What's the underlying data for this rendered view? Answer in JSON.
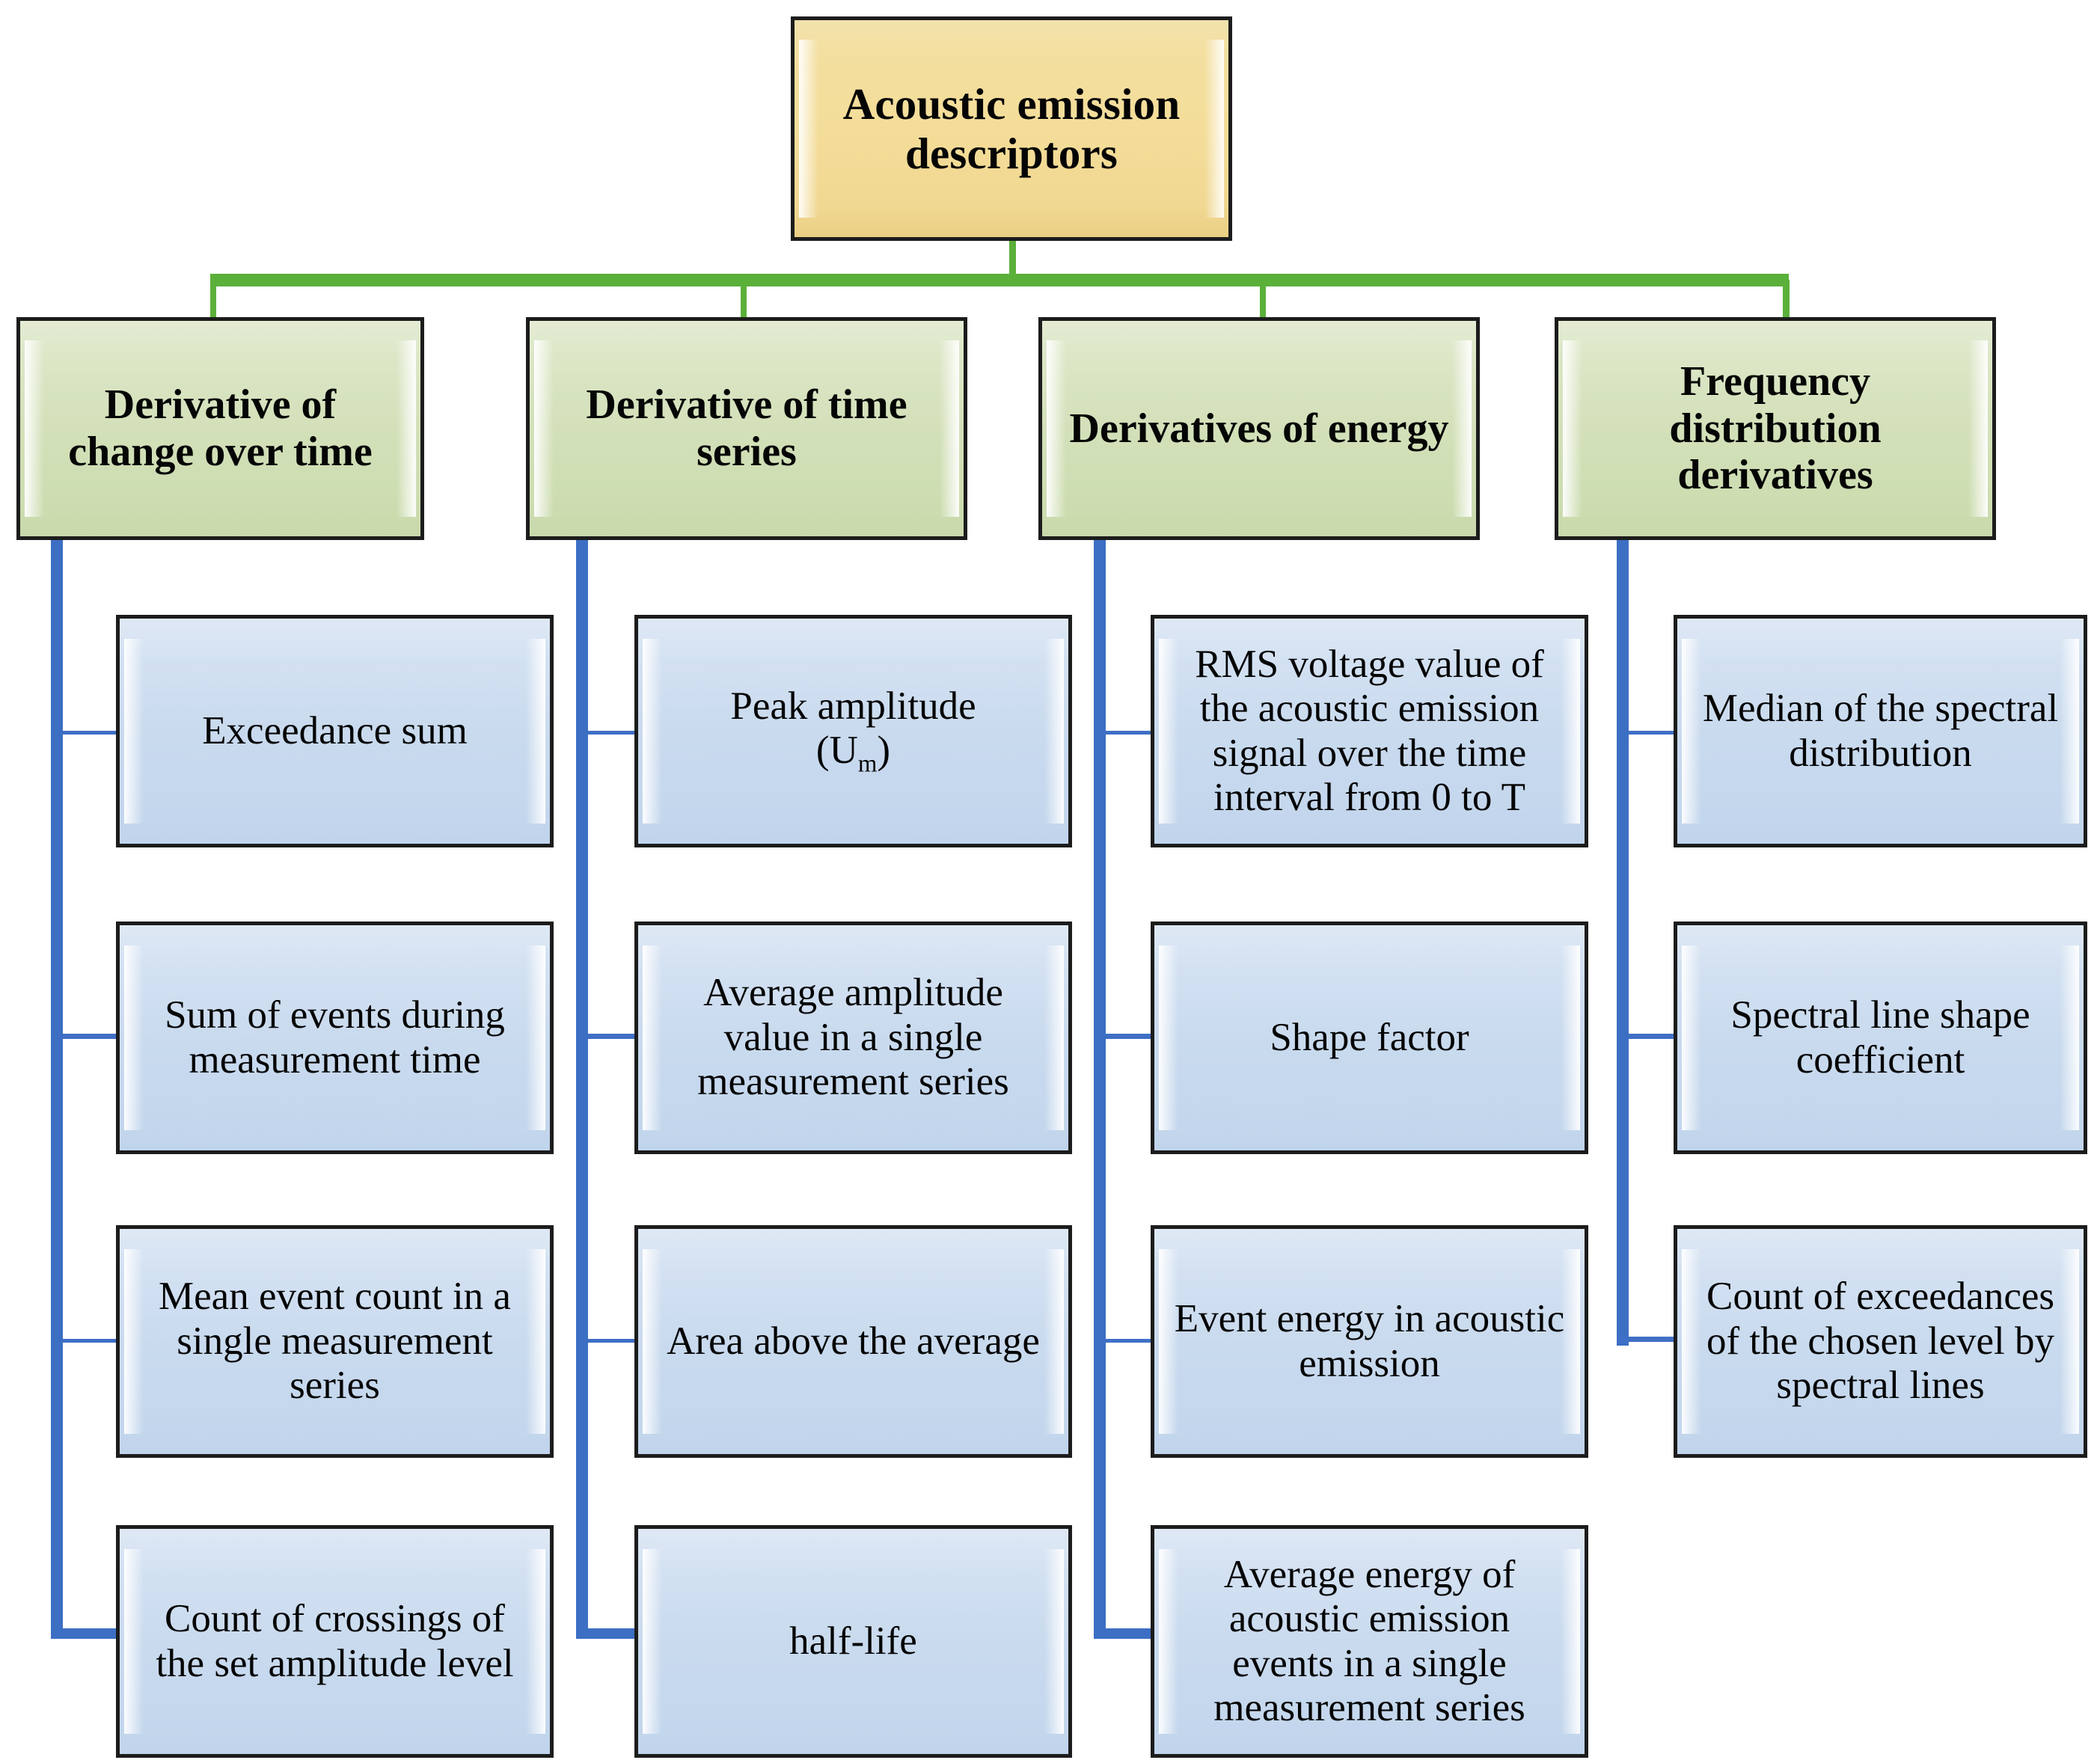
{
  "diagram": {
    "title": "Acoustic emission descriptors",
    "type": "hierarchy-tree",
    "colors": {
      "root_fill": "#f4dd99",
      "category_fill": "#d3e0b9",
      "leaf_fill": "#c9daee",
      "border": "#1c1c1c",
      "root_connector": "#5bb03a",
      "leaf_connector": "#3c6fc4"
    },
    "root": {
      "label": "Acoustic emission descriptors"
    },
    "categories": [
      {
        "id": "derivative-of-change-over-time",
        "label": "Derivative of change over time",
        "children": [
          {
            "label": "Exceedance sum"
          },
          {
            "label": "Sum of events during measurement time"
          },
          {
            "label": "Mean event count in a single measurement series"
          },
          {
            "label": "Count of crossings of the set amplitude level"
          }
        ]
      },
      {
        "id": "derivative-of-time-series",
        "label": "Derivative of time series",
        "children": [
          {
            "label": "Peak amplitude",
            "label_sub_prefix": "(U",
            "label_sub": "m",
            "label_sub_suffix": ")"
          },
          {
            "label": "Average amplitude value in a single measurement series"
          },
          {
            "label": "Area above the average"
          },
          {
            "label": "half-life"
          }
        ]
      },
      {
        "id": "derivatives-of-energy",
        "label": "Derivatives of energy",
        "children": [
          {
            "label": "RMS voltage value of the acoustic emission signal over the time interval from 0 to T"
          },
          {
            "label": "Shape factor"
          },
          {
            "label": "Event energy in acoustic emission"
          },
          {
            "label": "Average energy of acoustic emission events in a single measurement series"
          }
        ]
      },
      {
        "id": "frequency-distribution-derivatives",
        "label": "Frequency distribution derivatives",
        "children": [
          {
            "label": "Median of the spectral distribution"
          },
          {
            "label": "Spectral line shape coefficient"
          },
          {
            "label": "Count of exceedances of the chosen level by spectral lines"
          }
        ]
      }
    ]
  }
}
